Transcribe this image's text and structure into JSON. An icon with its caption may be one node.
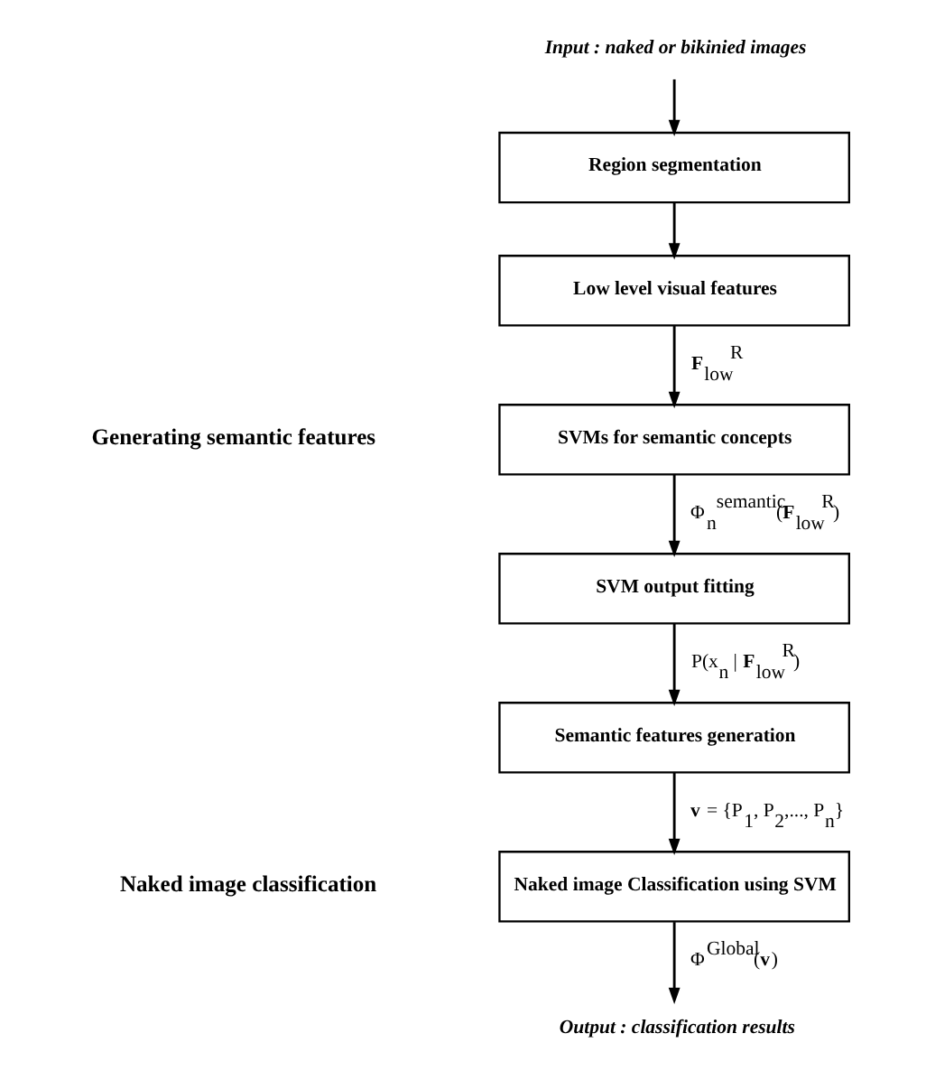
{
  "diagram": {
    "nodes": [
      {
        "text": [
          "Input : naked or bikinied images"
        ]
      },
      {
        "text": [
          "Region segmentation"
        ]
      },
      {
        "text": [
          "Low level visual features"
        ]
      },
      {
        "text": [
          "SVMs for semantic concepts"
        ]
      },
      {
        "text": [
          "SVM output fitting"
        ]
      },
      {
        "text": [
          "Semantic features generation"
        ]
      },
      {
        "text": [
          "Naked image Classification using SVM"
        ]
      },
      {
        "text": [
          "Output : classification results"
        ]
      }
    ],
    "edges": [
      {
        "from": 0,
        "to": 1,
        "arrow": "to"
      },
      {
        "from": 1,
        "to": 2,
        "arrow": "to"
      },
      {
        "from": 2,
        "to": 3,
        "arrow": "to",
        "label": "**F**$_{low}$$^{R}$"
      },
      {
        "from": 3,
        "to": 4,
        "arrow": "to",
        "label": "Φ$_{n}$$^{semantic}$(**F**$_{low}$$^{R}$)"
      },
      {
        "from": 4,
        "to": 5,
        "arrow": "to",
        "label": "P(x$_{n}$ | **F**$_{low}$$^{R}$)"
      },
      {
        "from": 5,
        "to": 6,
        "arrow": "to",
        "label": "**v** = {P$_{1}$, P$_{2}$,..., P$_{n}$}"
      },
      {
        "from": 6,
        "to": 7,
        "arrow": "to",
        "label": "Φ$^{Global}$(**v**)"
      }
    ],
    "labels": [
      "Generating semantic features",
      "Naked image classification"
    ]
  }
}
